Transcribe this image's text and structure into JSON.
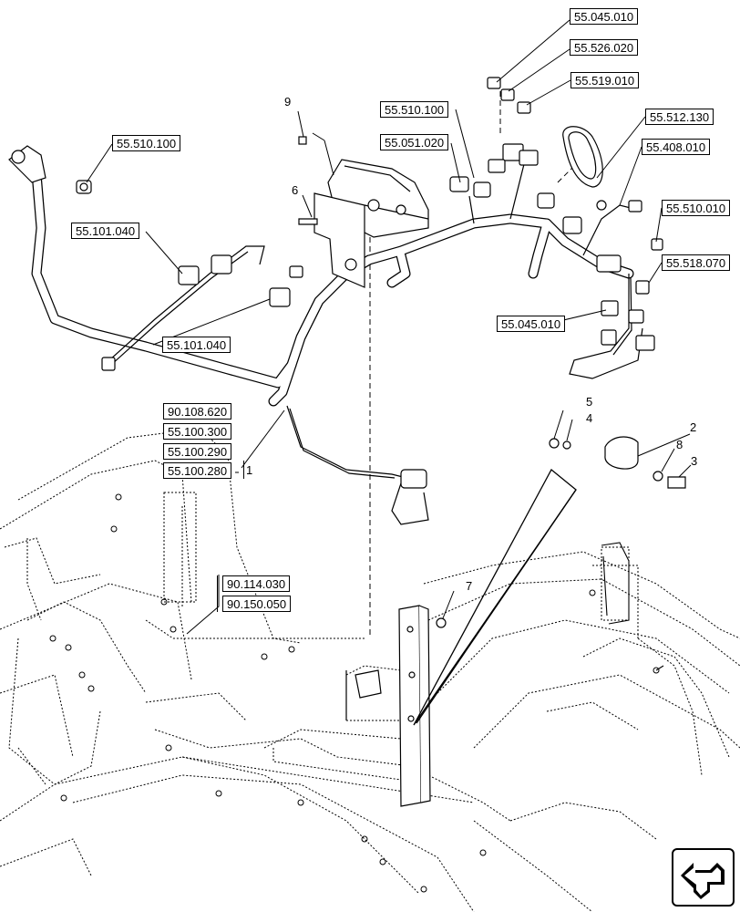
{
  "references": {
    "r_55045010_top": "55.045.010",
    "r_55526020": "55.526.020",
    "r_55519010": "55.519.010",
    "r_55510100_mid": "55.510.100",
    "r_55512130": "55.512.130",
    "r_55051020": "55.051.020",
    "r_55408010": "55.408.010",
    "r_55510100_left": "55.510.100",
    "r_55510010": "55.510.010",
    "r_55101040_top": "55.101.040",
    "r_55518070": "55.518.070",
    "r_55045010_mid": "55.045.010",
    "r_55101040_bottom": "55.101.040",
    "r_90108620": "90.108.620",
    "r_55100300": "55.100.300",
    "r_55100290": "55.100.290",
    "r_55100280": "55.100.280",
    "r_90114030": "90.114.030",
    "r_90150050": "90.150.050"
  },
  "callouts": {
    "c1": "1",
    "c2": "2",
    "c3": "3",
    "c4": "4",
    "c5": "5",
    "c6": "6",
    "c7": "7",
    "c8": "8",
    "c9": "9"
  },
  "icons": {
    "nav": "navigation-arrow-icon"
  }
}
